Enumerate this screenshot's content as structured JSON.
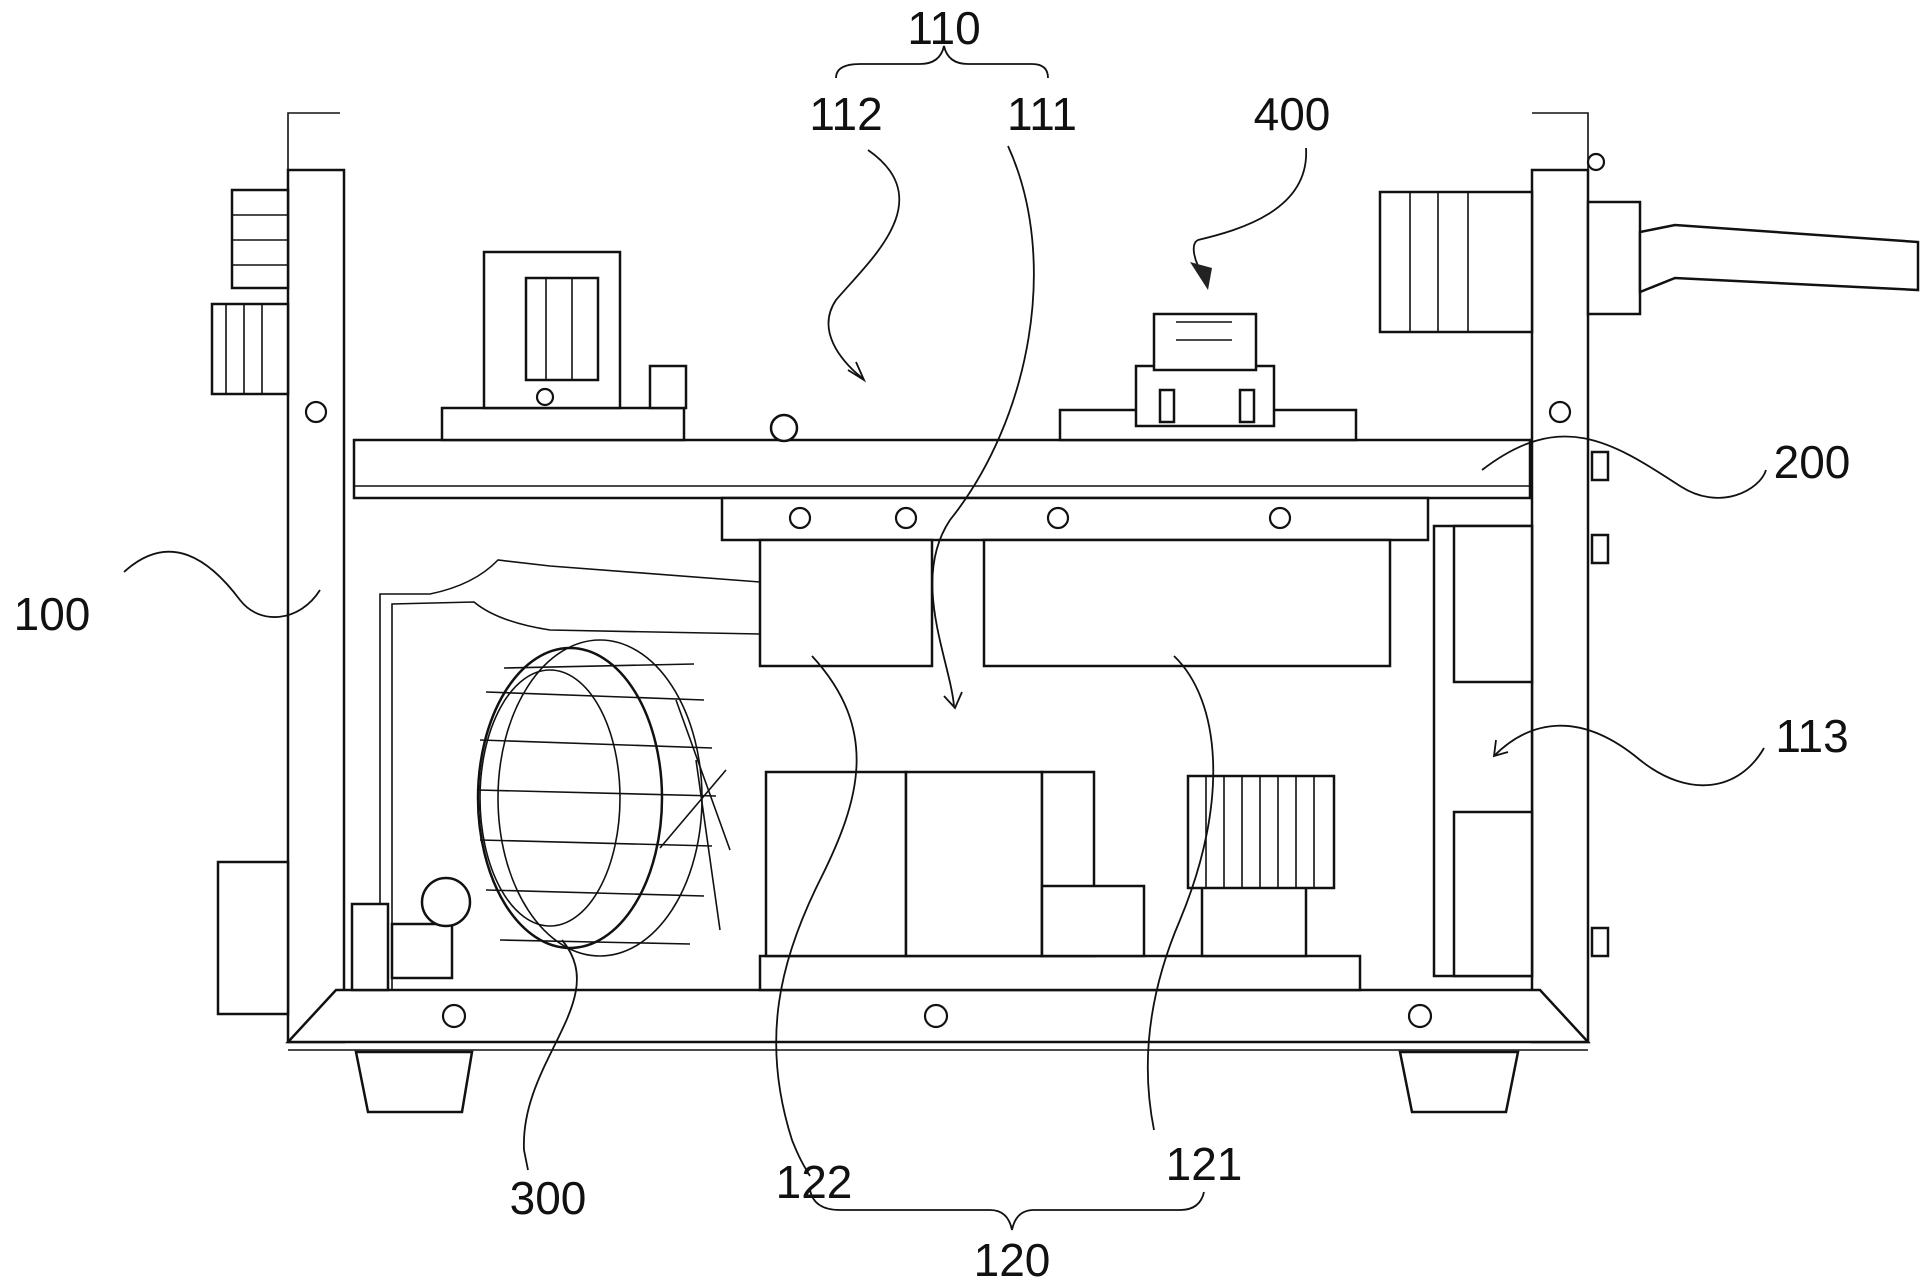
{
  "labels": {
    "l110": "110",
    "l112": "112",
    "l111": "111",
    "l400": "400",
    "l200": "200",
    "l100": "100",
    "l113": "113",
    "l300": "300",
    "l122": "122",
    "l121": "121",
    "l120": "120"
  },
  "colors": {
    "line": "#111111",
    "background": "#ffffff"
  }
}
